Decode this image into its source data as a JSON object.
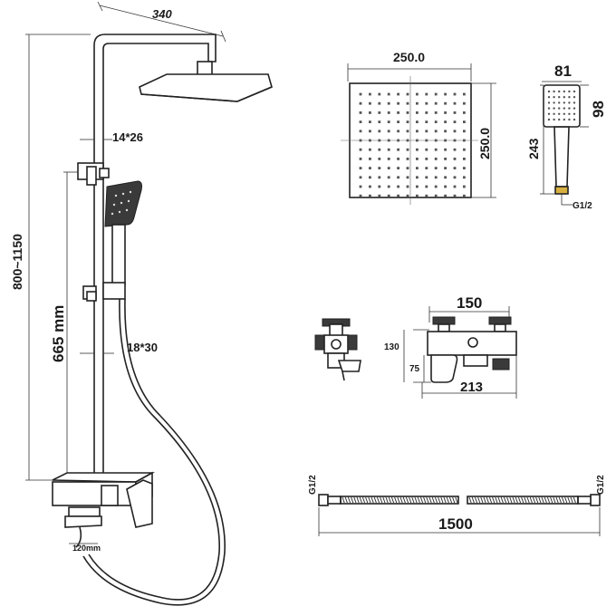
{
  "dimensions": {
    "overhead_width": "340",
    "total_height": "800~1150",
    "top_bracket": "14*26",
    "bar_length": "665 mm",
    "lower_bracket": "18*30",
    "spout_length": "120mm",
    "head_width": "250.0",
    "head_height": "250.0",
    "handheld_width": "81",
    "handheld_face_height": "98",
    "handheld_length": "243",
    "handheld_thread": "G1/2",
    "mixer_centers": "150",
    "mixer_height": "130",
    "mixer_body_height": "75",
    "mixer_length": "213",
    "hose_thread_left": "G1/2",
    "hose_thread_right": "G1/2",
    "hose_length": "1500"
  }
}
